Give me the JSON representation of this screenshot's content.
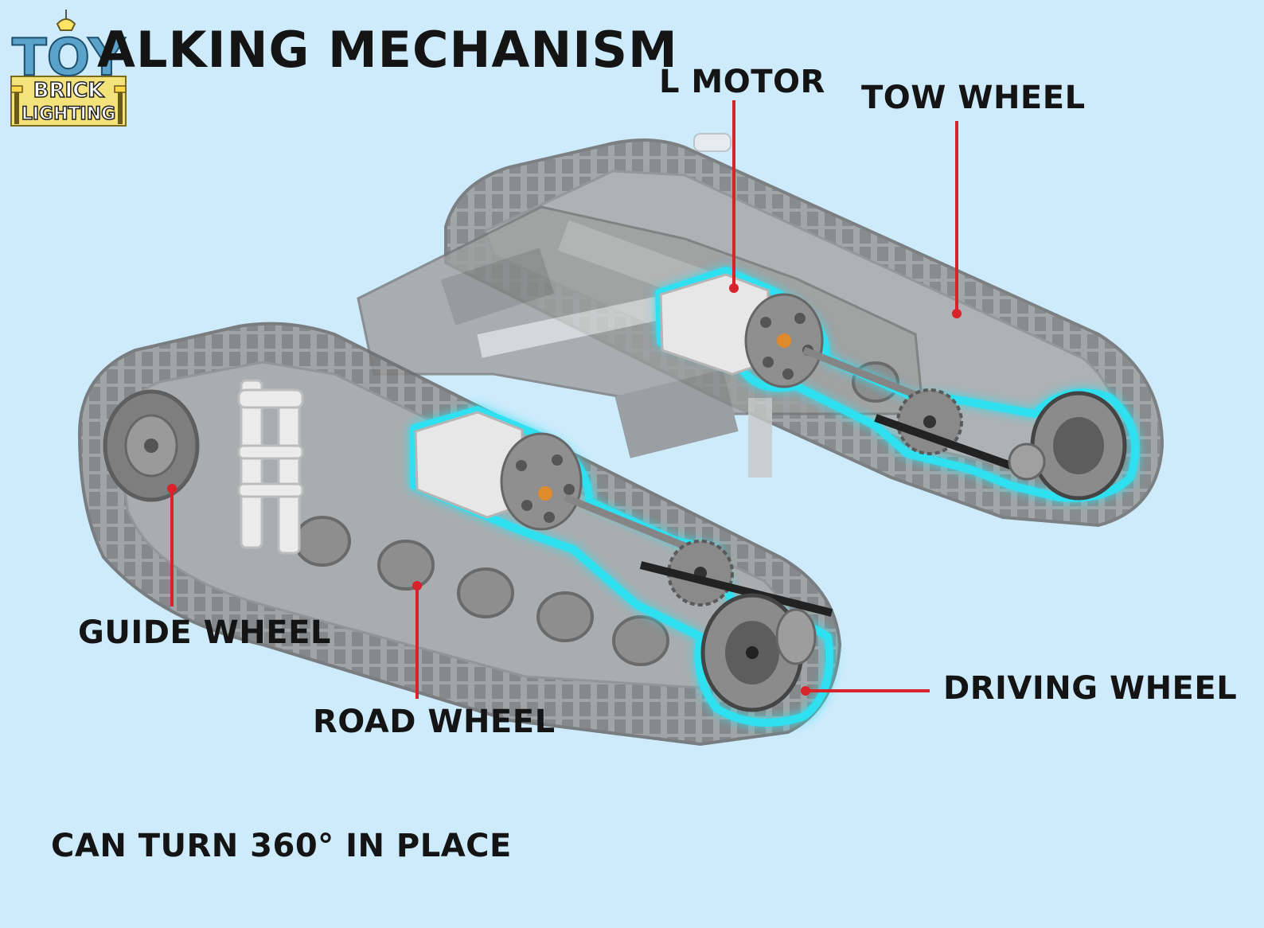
{
  "title": "ALKING MECHANISM",
  "labels": {
    "l_motor": "L MOTOR",
    "tow_wheel": "TOW WHEEL",
    "guide_wheel": "GUIDE WHEEL",
    "road_wheel": "ROAD WHEEL",
    "driving_wheel": "DRIVING WHEEL"
  },
  "caption": "CAN TURN 360° IN PLACE",
  "logo": {
    "line1": "TOY",
    "line2": "BRICK",
    "line3": "LIGHTING"
  },
  "colors": {
    "background": "#cdebfb",
    "callout_line": "#d8232a",
    "glow": "#2fe0f0",
    "track": "#8c8c8c",
    "motor_body": "#e7e7e7"
  },
  "icons": [
    "bulb-icon",
    "lamp-post-icon"
  ]
}
